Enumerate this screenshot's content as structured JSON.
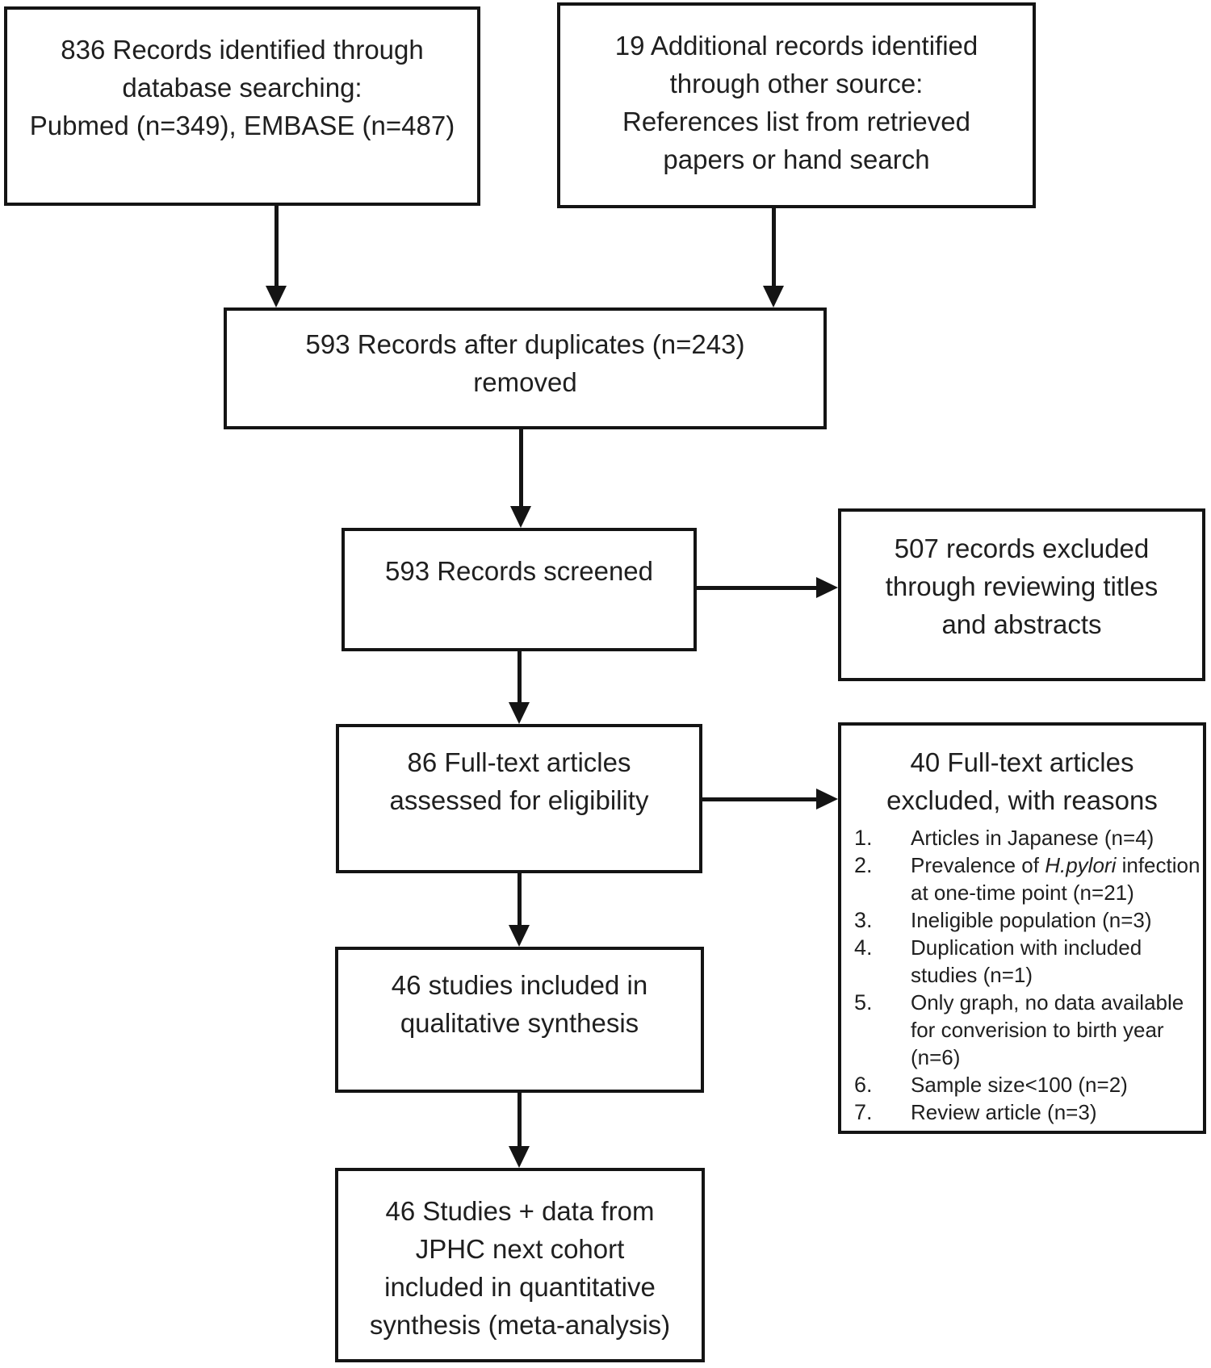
{
  "diagram": {
    "title": "Study selection flow diagram",
    "colors": {
      "border": "#141414",
      "text": "#1f1f1f",
      "background": "#ffffff"
    },
    "boxes": {
      "identified_db": {
        "lines": [
          "836 Records identified through",
          "database searching:",
          "Pubmed (n=349), EMBASE (n=487)"
        ]
      },
      "identified_other": {
        "lines": [
          "19 Additional records identified",
          "through other source:",
          "References list from retrieved",
          "papers or hand search"
        ]
      },
      "deduplicated": {
        "lines": [
          "593 Records after duplicates (n=243)",
          "removed"
        ]
      },
      "screened": {
        "lines": [
          "593 Records screened"
        ]
      },
      "excluded_screening": {
        "lines": [
          "507 records excluded",
          "through reviewing titles",
          "and abstracts"
        ]
      },
      "fulltext_assessed": {
        "lines": [
          "86 Full-text articles",
          "assessed for eligibility"
        ]
      },
      "fulltext_excluded": {
        "heading_lines": [
          "40 Full-text articles",
          "excluded, with reasons"
        ],
        "reasons": [
          {
            "num": "1.",
            "lines": [
              [
                {
                  "t": "Articles in Japanese (n=4)"
                }
              ]
            ]
          },
          {
            "num": "2.",
            "lines": [
              [
                {
                  "t": "Prevalence of "
                },
                {
                  "t": "H.pylori",
                  "it": true
                },
                {
                  "t": " infection"
                }
              ],
              [
                {
                  "t": "at one-time point (n=21)"
                }
              ]
            ]
          },
          {
            "num": "3.",
            "lines": [
              [
                {
                  "t": "Ineligible population (n=3)"
                }
              ]
            ]
          },
          {
            "num": "4.",
            "lines": [
              [
                {
                  "t": "Duplication with included"
                }
              ],
              [
                {
                  "t": "studies (n=1)"
                }
              ]
            ]
          },
          {
            "num": "5.",
            "lines": [
              [
                {
                  "t": "Only graph, no data available"
                }
              ],
              [
                {
                  "t": "for converision to birth year"
                }
              ],
              [
                {
                  "t": "(n=6)"
                }
              ]
            ]
          },
          {
            "num": "6.",
            "lines": [
              [
                {
                  "t": "Sample size<100 (n=2)"
                }
              ]
            ]
          },
          {
            "num": "7.",
            "lines": [
              [
                {
                  "t": "Review article (n=3)"
                }
              ]
            ]
          }
        ]
      },
      "qualitative": {
        "lines": [
          "46 studies included in",
          "qualitative synthesis"
        ]
      },
      "quantitative": {
        "lines": [
          "46 Studies + data from",
          "JPHC next cohort",
          "included in quantitative",
          "synthesis (meta-analysis)"
        ]
      }
    }
  }
}
